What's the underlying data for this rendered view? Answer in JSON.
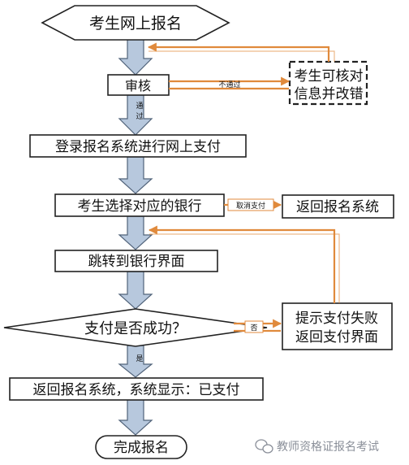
{
  "colors": {
    "node_border": "#222222",
    "down_arrow_fill": "#b7c8dd",
    "down_arrow_border": "#51637a",
    "feedback_arrow": "#e08a3c",
    "text": "#111111",
    "watermark": "#8a8f99"
  },
  "nodes": {
    "start": "考生网上报名",
    "review": "审核",
    "correct_info": "考生可核对信息并改错",
    "login_pay": "登录报名系统进行网上支付",
    "choose_bank": "考生选择对应的银行",
    "return_system": "返回报名系统",
    "bank_page": "跳转到银行界面",
    "pay_success_q": "支付是否成功？",
    "pay_failed": "提示支付失败返回支付界面",
    "paid_display": "返回报名系统，系统显示：已支付",
    "finish": "完成报名"
  },
  "edge_labels": {
    "not_passed": "不通过",
    "passed": "通过",
    "cancel_pay": "取消支付",
    "no": "否",
    "yes": "是"
  },
  "watermark": {
    "icon": "wechat-icon",
    "text": "教师资格证报名考试"
  }
}
